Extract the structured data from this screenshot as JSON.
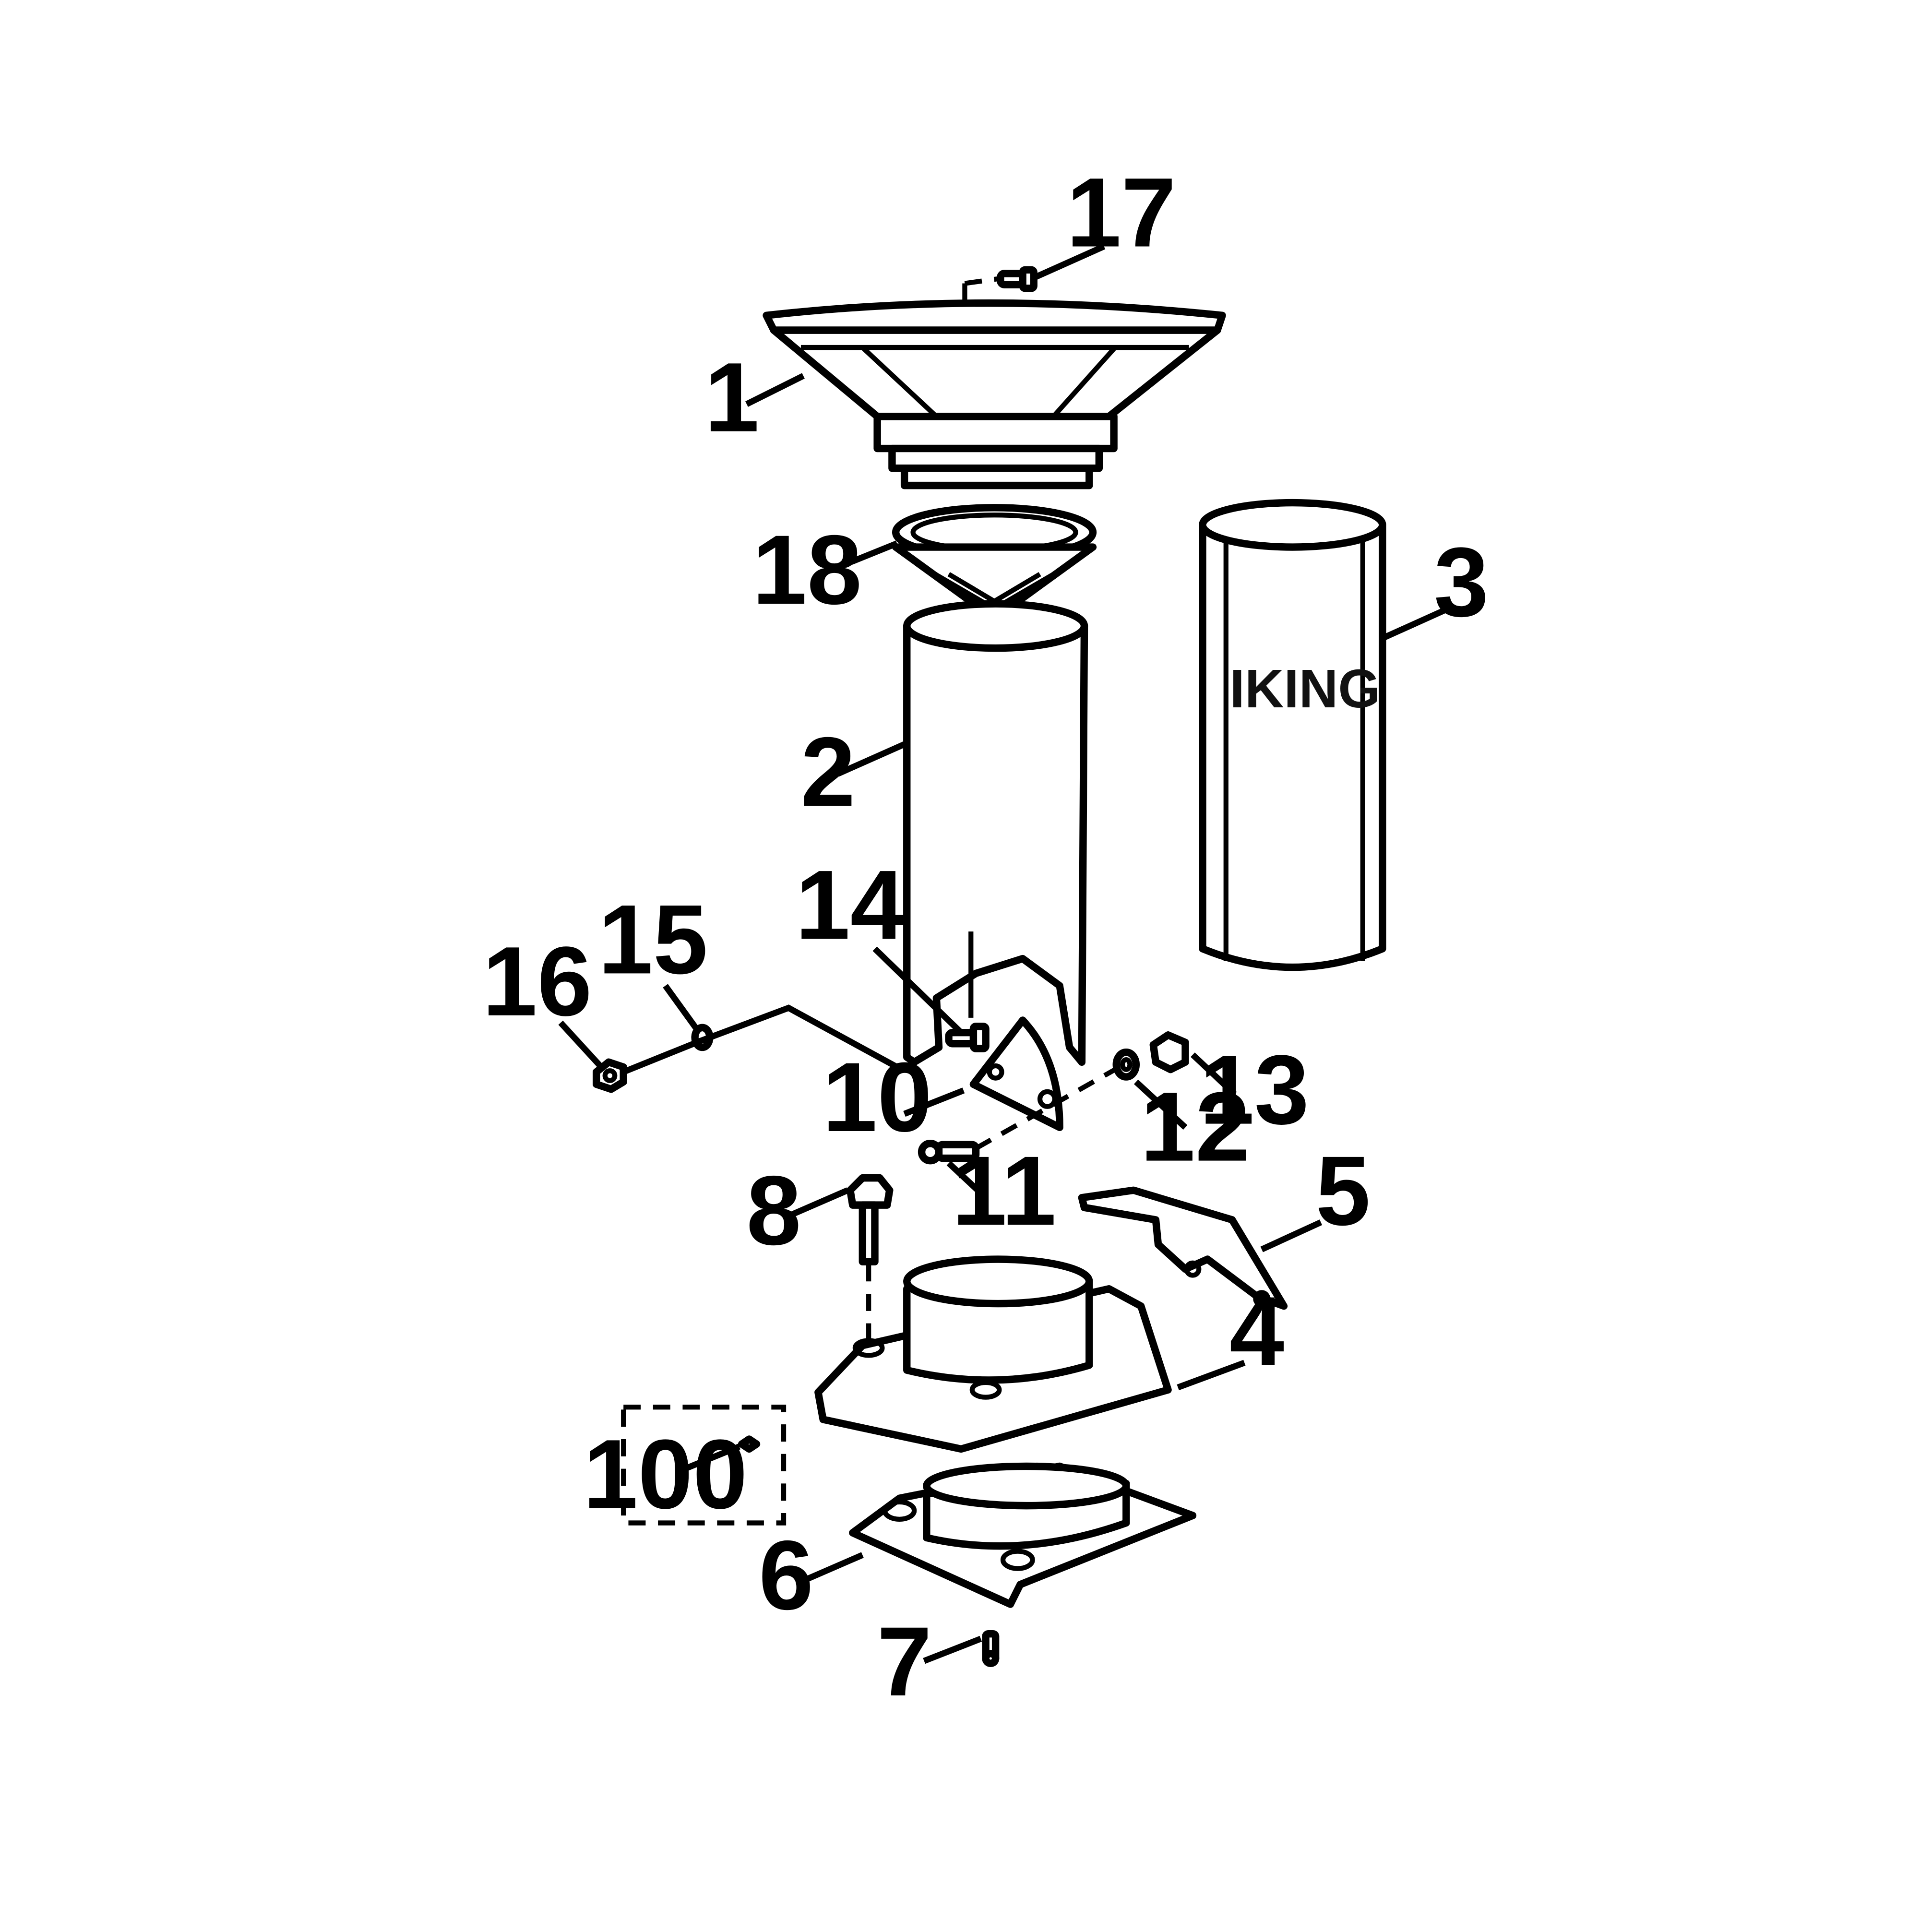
{
  "diagram": {
    "callouts": [
      {
        "id": "17",
        "label": "17"
      },
      {
        "id": "1",
        "label": "1"
      },
      {
        "id": "18",
        "label": "18"
      },
      {
        "id": "3",
        "label": "3"
      },
      {
        "id": "2",
        "label": "2"
      },
      {
        "id": "14",
        "label": "14"
      },
      {
        "id": "15",
        "label": "15"
      },
      {
        "id": "16",
        "label": "16"
      },
      {
        "id": "10",
        "label": "10"
      },
      {
        "id": "13",
        "label": "13"
      },
      {
        "id": "12",
        "label": "12"
      },
      {
        "id": "11",
        "label": "11"
      },
      {
        "id": "8",
        "label": "8"
      },
      {
        "id": "5",
        "label": "5"
      },
      {
        "id": "4",
        "label": "4"
      },
      {
        "id": "100",
        "label": "100"
      },
      {
        "id": "6",
        "label": "6"
      },
      {
        "id": "7",
        "label": "7"
      }
    ],
    "brand_text": "IKING"
  }
}
